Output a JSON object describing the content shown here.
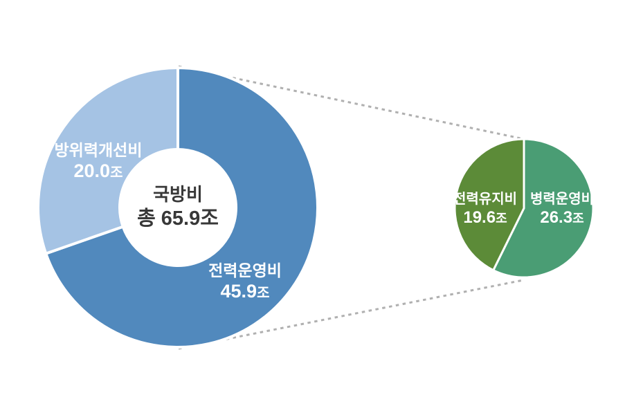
{
  "background_color": "#ffffff",
  "connector": {
    "style": "dotted",
    "color": "#b0b0b0"
  },
  "chart_data": [
    {
      "type": "donut",
      "center_label_line1": "국방비",
      "center_label_line2": "총 65.9조",
      "total_value": 65.9,
      "unit": "조",
      "start_angle_deg": 0,
      "direction": "clockwise",
      "label_color": "#ffffff",
      "center_text_color": "#383838",
      "slices": [
        {
          "label": "전력운영비",
          "value": 45.9,
          "value_text": "45.9",
          "unit": "조",
          "color": "#5189bd"
        },
        {
          "label": "방위력개선비",
          "value": 20.0,
          "value_text": "20.0",
          "unit": "조",
          "color": "#a5c3e4"
        }
      ]
    },
    {
      "type": "pie",
      "total_value": 45.9,
      "unit": "조",
      "start_angle_deg": 0,
      "direction": "clockwise",
      "label_color": "#ffffff",
      "slices": [
        {
          "label": "병력운영비",
          "value": 26.3,
          "value_text": "26.3",
          "unit": "조",
          "color": "#4a9d74"
        },
        {
          "label": "전력유지비",
          "value": 19.6,
          "value_text": "19.6",
          "unit": "조",
          "color": "#5c8b38"
        }
      ]
    }
  ]
}
